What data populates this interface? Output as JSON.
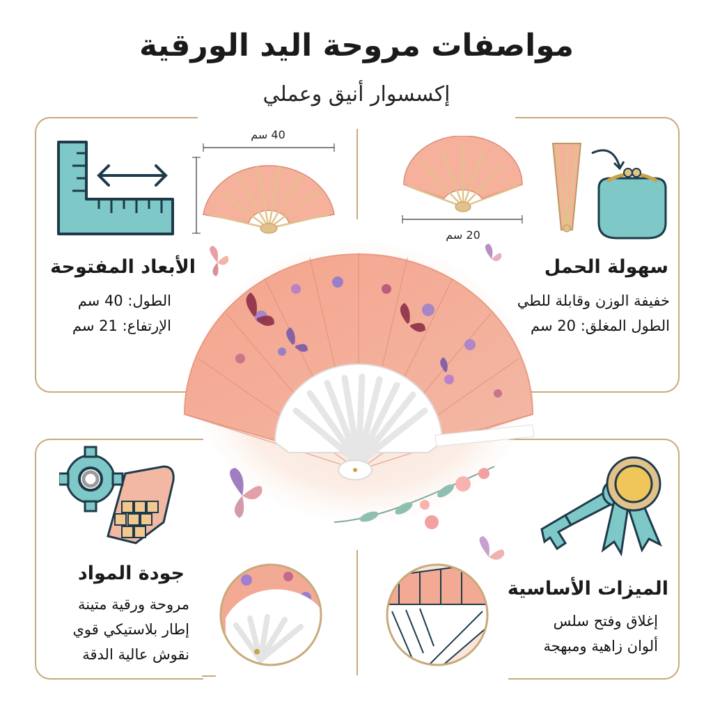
{
  "header": {
    "title": "مواصفات مروحة اليد الورقية",
    "subtitle": "إكسسوار أنيق وعملي"
  },
  "sections": {
    "open_dimensions": {
      "heading": "الأبعاد المفتوحة",
      "lines": [
        "الطول: 40 سم",
        "الإرتفاع: 21 سم"
      ],
      "width_label": "40 سم",
      "icon": "ruler-icon"
    },
    "portability": {
      "heading": "سهولة الحمل",
      "lines": [
        "خفيفة الوزن وقابلة للطي",
        "الطول المغلق: 20 سم"
      ],
      "width_label": "20 سم",
      "icon": "purse-icon"
    },
    "material_quality": {
      "heading": "جودة المواد",
      "lines": [
        "مروحة ورقية متينة",
        "إطار بلاستيكي قوي",
        "نقوش عالية الدقة"
      ],
      "icon": "gear-material-icon"
    },
    "key_features": {
      "heading": "الميزات الأساسية",
      "lines": [
        "إغلاق وفتح سلس",
        "ألوان زاهية ومبهجة"
      ],
      "icon": "key-ribbon-icon"
    }
  },
  "colors": {
    "accent_teal": "#7ec8c8",
    "fan_peach": "#f6b19c",
    "frame_gold": "#c9a97a",
    "frame_bamboo": "#e2c28a"
  }
}
